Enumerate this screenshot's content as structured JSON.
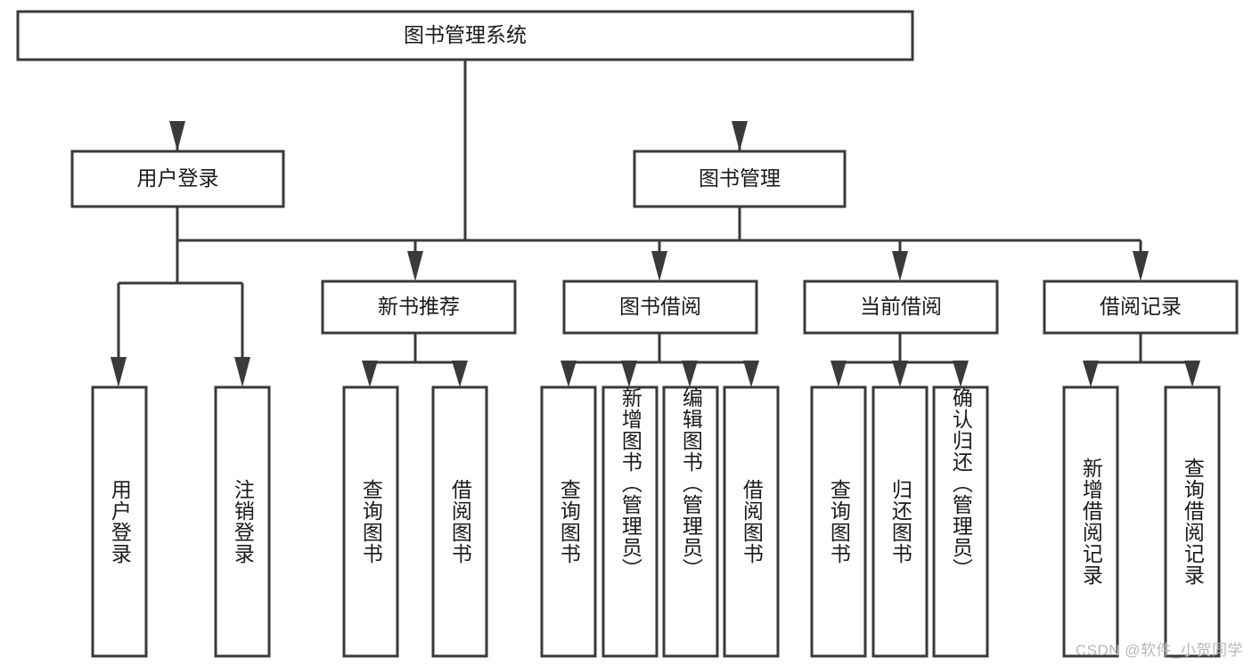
{
  "diagram": {
    "title": "图书管理系统",
    "type": "tree",
    "colors": {
      "box_fill": "#ffffff",
      "box_stroke": "#3a3a3a",
      "text": "#1a1a1a",
      "background": "#ffffff",
      "watermark": "#b8b8b8"
    },
    "root": {
      "label": "图书管理系统"
    },
    "level2": [
      {
        "label": "用户登录"
      },
      {
        "label": "图书管理"
      }
    ],
    "level3": [
      {
        "label": "新书推荐"
      },
      {
        "label": "图书借阅"
      },
      {
        "label": "当前借阅"
      },
      {
        "label": "借阅记录"
      }
    ],
    "leaves": [
      {
        "label": "用户登录",
        "parent": "用户登录"
      },
      {
        "label": "注销登录",
        "parent": "用户登录"
      },
      {
        "label": "查询图书",
        "parent": "新书推荐"
      },
      {
        "label": "借阅图书",
        "parent": "新书推荐"
      },
      {
        "label": "查询图书",
        "parent": "图书借阅"
      },
      {
        "label": "新增图书（管理员）",
        "parent": "图书借阅"
      },
      {
        "label": "编辑图书（管理员）",
        "parent": "图书借阅"
      },
      {
        "label": "借阅图书",
        "parent": "图书借阅"
      },
      {
        "label": "查询图书",
        "parent": "当前借阅"
      },
      {
        "label": "归还图书",
        "parent": "当前借阅"
      },
      {
        "label": "确认归还（管理员）",
        "parent": "当前借阅"
      },
      {
        "label": "新增借阅记录",
        "parent": "借阅记录"
      },
      {
        "label": "查询借阅记录",
        "parent": "借阅记录"
      }
    ]
  },
  "watermark": {
    "text": "CSDN @软件_小贺同学"
  }
}
